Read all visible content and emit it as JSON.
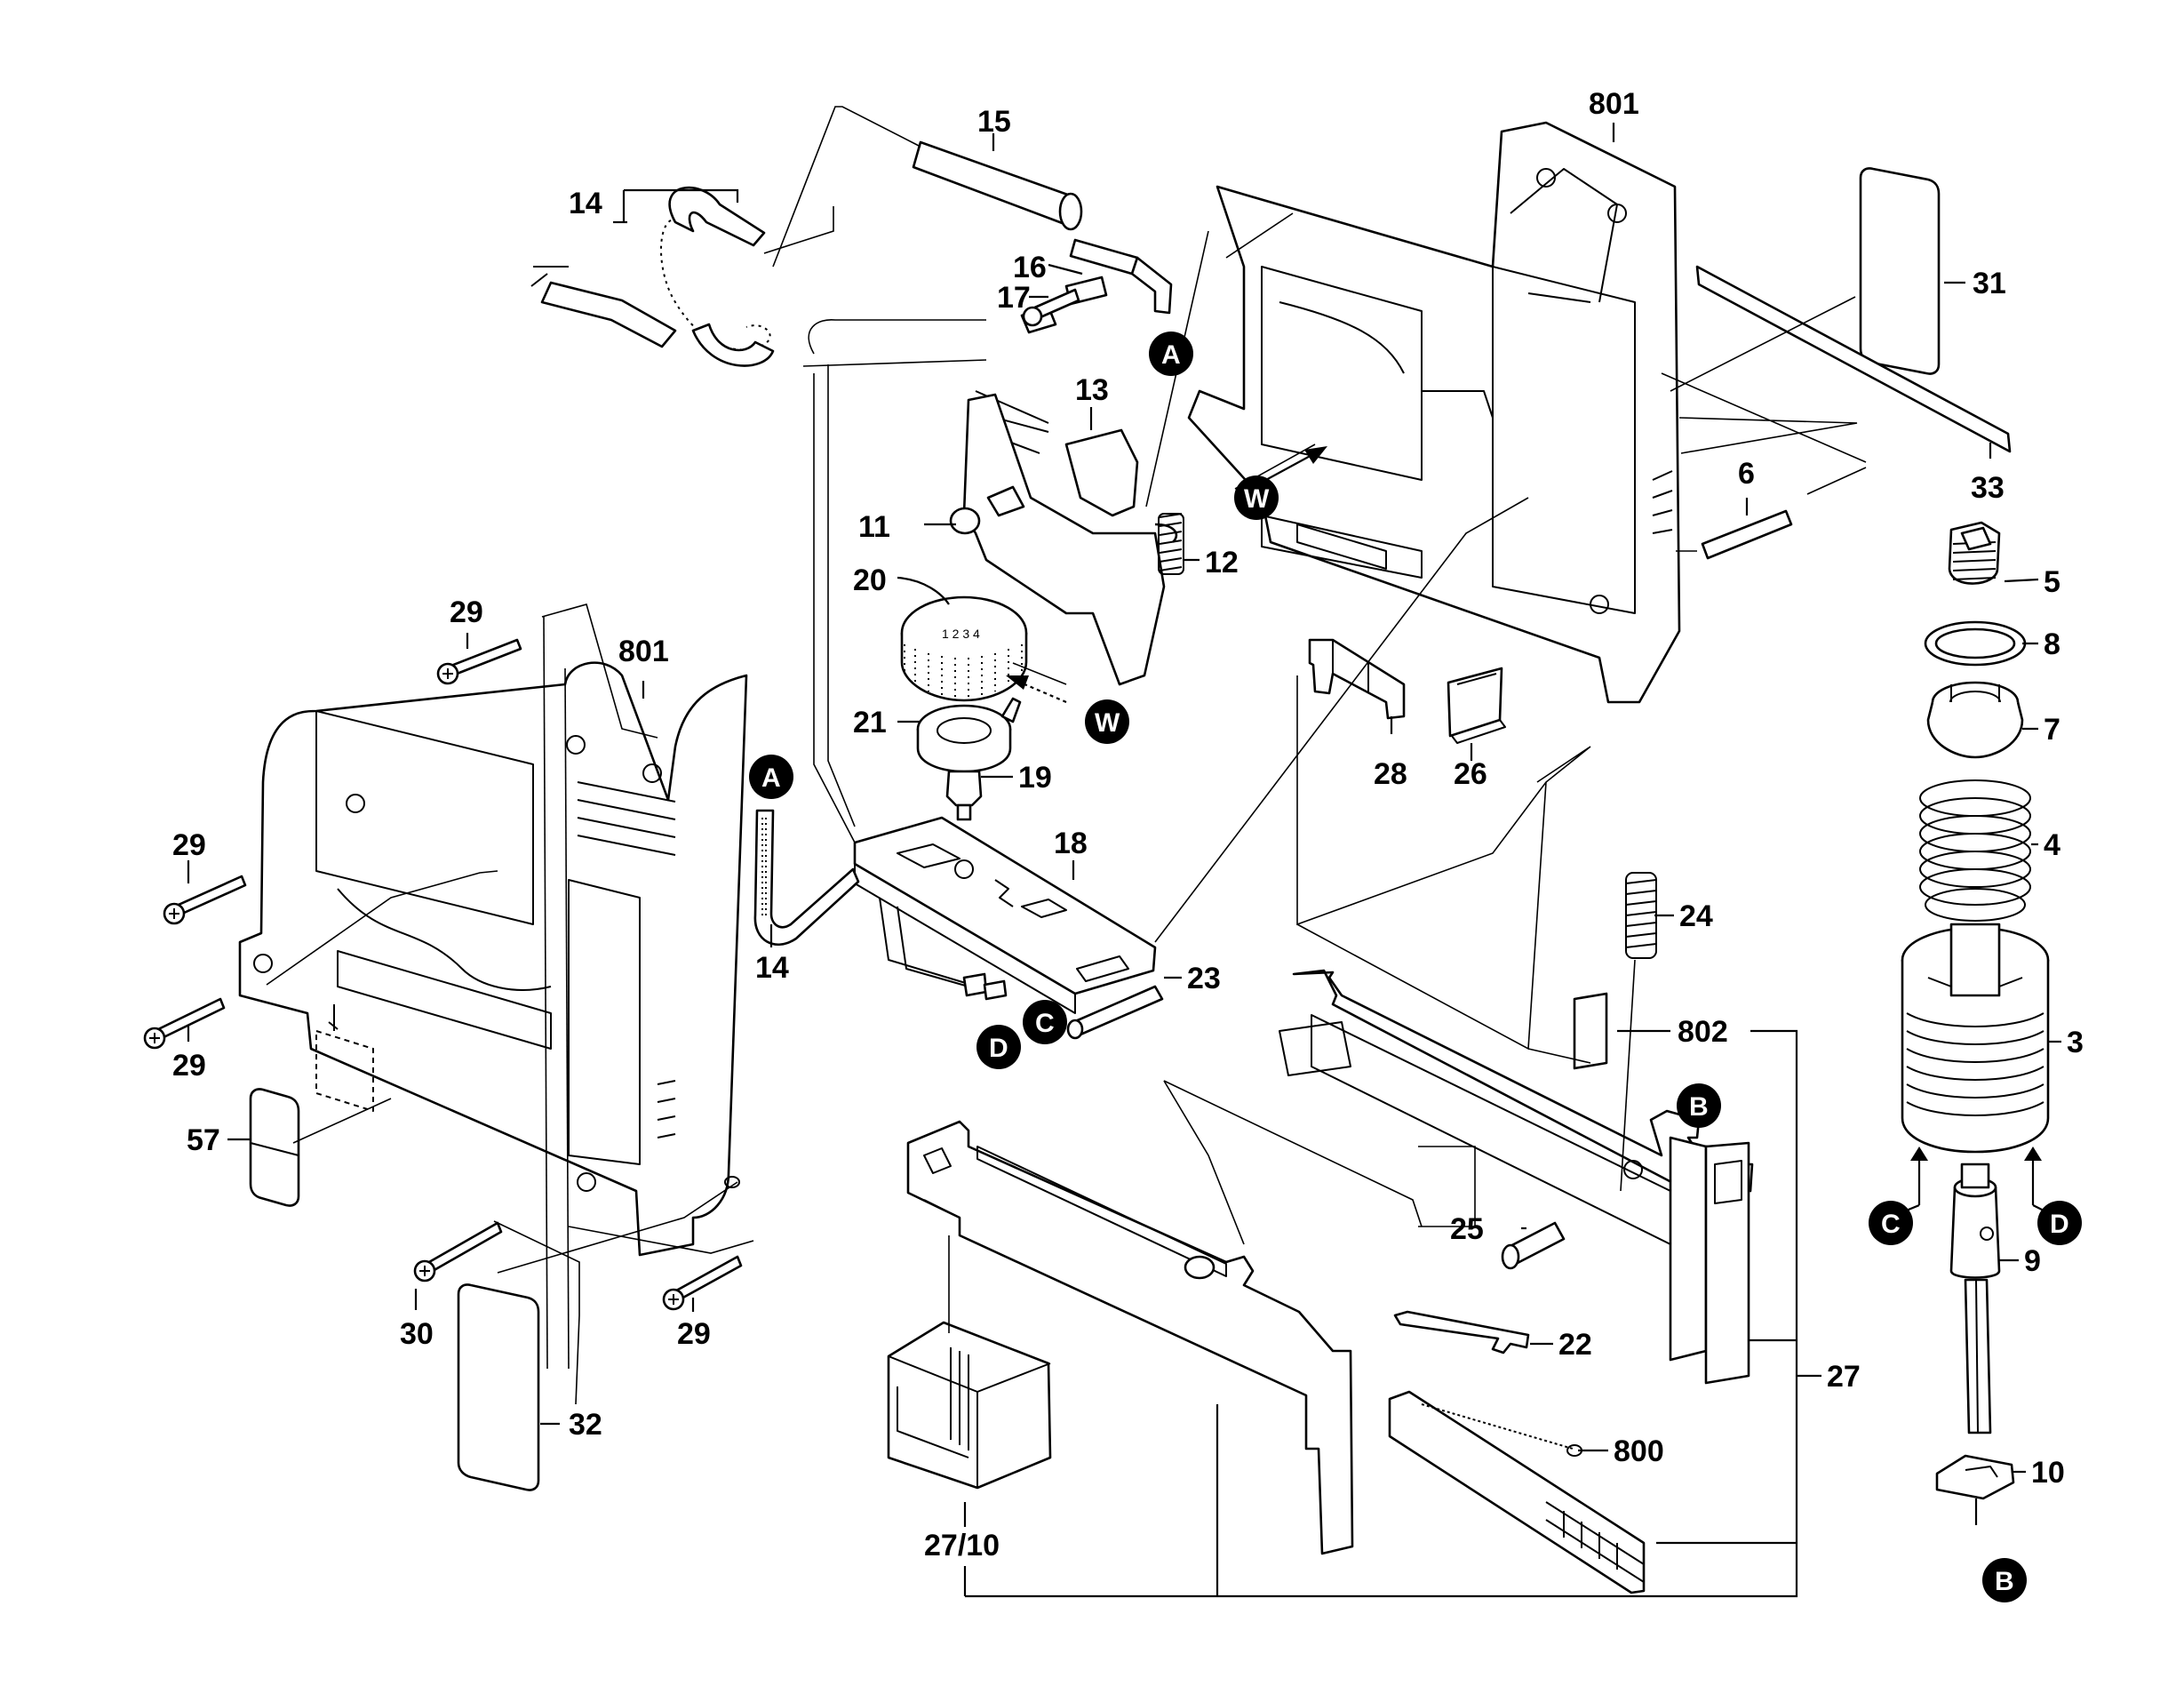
{
  "part_labels": [
    "801",
    "15",
    "14",
    "16",
    "17",
    "A",
    "13",
    "11",
    "12",
    "31",
    "33",
    "6",
    "W",
    "20",
    "W",
    "21",
    "19",
    "18",
    "23",
    "C",
    "D",
    "A",
    "14",
    "28",
    "26",
    "5",
    "8",
    "7",
    "4",
    "3",
    "24",
    "802",
    "B",
    "C",
    "D",
    "9",
    "25",
    "22",
    "800",
    "27",
    "10",
    "B",
    "27/10",
    "29",
    "801",
    "29",
    "29",
    "57",
    "30",
    "29",
    "32"
  ]
}
